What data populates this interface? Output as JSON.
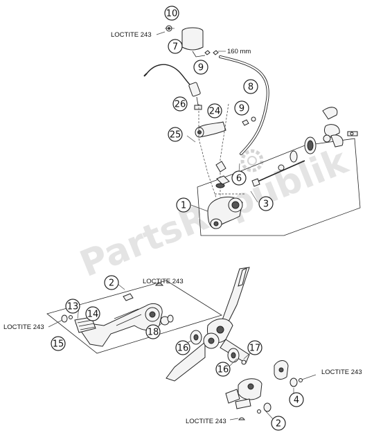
{
  "watermark": "PartsRepublik",
  "labels": {
    "loctite_top": "LOCTITE 243",
    "length": "160 mm",
    "loctite_mid": "LOCTITE 243",
    "loctite_left": "LOCTITE 243",
    "loctite_right": "LOCTITE 243",
    "loctite_bottom": "LOCTITE 243"
  },
  "callouts": [
    "10",
    "7",
    "9",
    "8",
    "26",
    "24",
    "9",
    "25",
    "6",
    "1",
    "3",
    "2",
    "13",
    "14",
    "18",
    "15",
    "16",
    "17",
    "16",
    "4",
    "2"
  ]
}
